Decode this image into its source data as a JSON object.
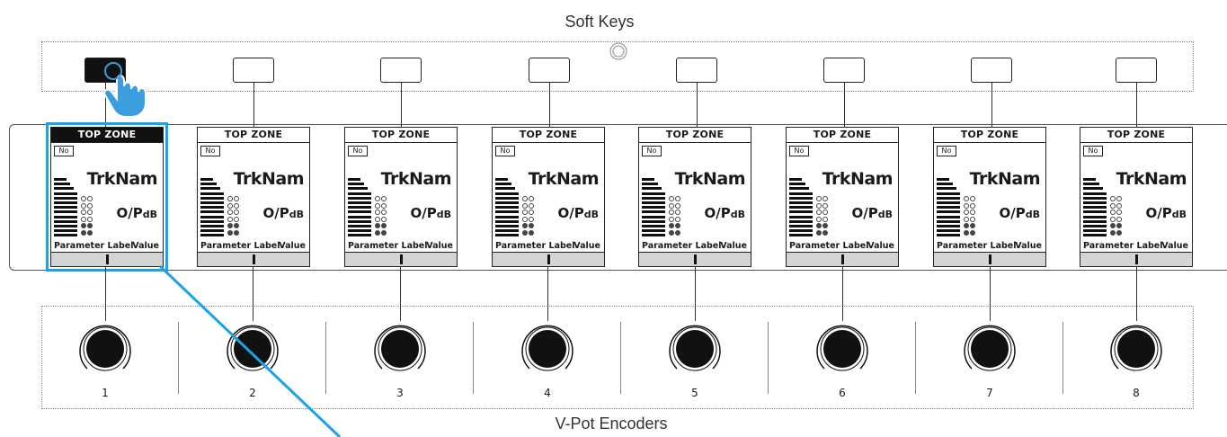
{
  "titles": {
    "soft_keys": "Soft Keys",
    "vpot_encoders": "V-Pot Encoders"
  },
  "colors": {
    "highlight": "#1aa3e8",
    "hand": "#3a9de0"
  },
  "channels": [
    {
      "top_zone": "TOP ZONE",
      "badge": "No",
      "track_name": "TrkNam",
      "output": "O/P",
      "output_unit": "dB",
      "param_label": "Parameter Label",
      "param_value": "Value",
      "knob_number": "1",
      "selected": true
    },
    {
      "top_zone": "TOP ZONE",
      "badge": "No",
      "track_name": "TrkNam",
      "output": "O/P",
      "output_unit": "dB",
      "param_label": "Parameter Label",
      "param_value": "Value",
      "knob_number": "2",
      "selected": false
    },
    {
      "top_zone": "TOP ZONE",
      "badge": "No",
      "track_name": "TrkNam",
      "output": "O/P",
      "output_unit": "dB",
      "param_label": "Parameter Label",
      "param_value": "Value",
      "knob_number": "3",
      "selected": false
    },
    {
      "top_zone": "TOP ZONE",
      "badge": "No",
      "track_name": "TrkNam",
      "output": "O/P",
      "output_unit": "dB",
      "param_label": "Parameter Label",
      "param_value": "Value",
      "knob_number": "4",
      "selected": false
    },
    {
      "top_zone": "TOP ZONE",
      "badge": "No",
      "track_name": "TrkNam",
      "output": "O/P",
      "output_unit": "dB",
      "param_label": "Parameter Label",
      "param_value": "Value",
      "knob_number": "5",
      "selected": false
    },
    {
      "top_zone": "TOP ZONE",
      "badge": "No",
      "track_name": "TrkNam",
      "output": "O/P",
      "output_unit": "dB",
      "param_label": "Parameter Label",
      "param_value": "Value",
      "knob_number": "6",
      "selected": false
    },
    {
      "top_zone": "TOP ZONE",
      "badge": "No",
      "track_name": "TrkNam",
      "output": "O/P",
      "output_unit": "dB",
      "param_label": "Parameter Label",
      "param_value": "Value",
      "knob_number": "7",
      "selected": false
    },
    {
      "top_zone": "TOP ZONE",
      "badge": "No",
      "track_name": "TrkNam",
      "output": "O/P",
      "output_unit": "dB",
      "param_label": "Parameter Label",
      "param_value": "Value",
      "knob_number": "8",
      "selected": false
    }
  ]
}
